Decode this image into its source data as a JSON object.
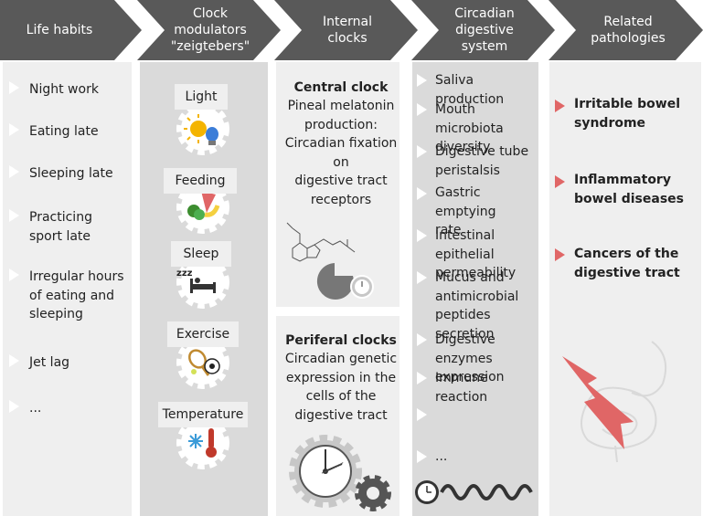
{
  "headers": [
    {
      "label": "Life habits"
    },
    {
      "label": "Clock\nmodulators\n\"zeigtebers\""
    },
    {
      "label": "Internal\nclocks"
    },
    {
      "label": "Circadian\ndigestive\nsystem"
    },
    {
      "label": "Related\npathologies"
    }
  ],
  "life_habits": [
    "Night work",
    "Eating late",
    "Sleeping late",
    "Practicing\nsport late",
    "Irregular hours\nof eating and\nsleeping",
    "Jet lag",
    "..."
  ],
  "modulators": [
    "Light",
    "Feeding",
    "Sleep",
    "Exercise",
    "Temperature"
  ],
  "central_clock": {
    "title": "Central clock",
    "text": "Pineal melatonin\nproduction:\nCircadian fixation on\ndigestive tract\nreceptors"
  },
  "peripheral_clock": {
    "title": "Periferal clocks",
    "text": "Circadian genetic\nexpression in the\ncells of the\ndigestive tract"
  },
  "digestive": [
    "Saliva production",
    "Mouth microbiota\ndiversity",
    "Digestive tube\nperistalsis",
    "Gastric emptying\nrate",
    "Intestinal epithelial\npermeability",
    "Mucus and\nantimicrobial\npeptides secretion",
    "Digestive enzymes\nexpression",
    "Immune reaction",
    "",
    "..."
  ],
  "pathologies": [
    "Irritable bowel\nsyndrome",
    "Inflammatory\nbowel diseases",
    "Cancers of the\ndigestive tract"
  ],
  "sleep_icon_text": "zzz",
  "colors": {
    "header": "#595959",
    "accent": "#e06666",
    "light_panel": "#efefef",
    "dark_panel": "#dadada"
  }
}
